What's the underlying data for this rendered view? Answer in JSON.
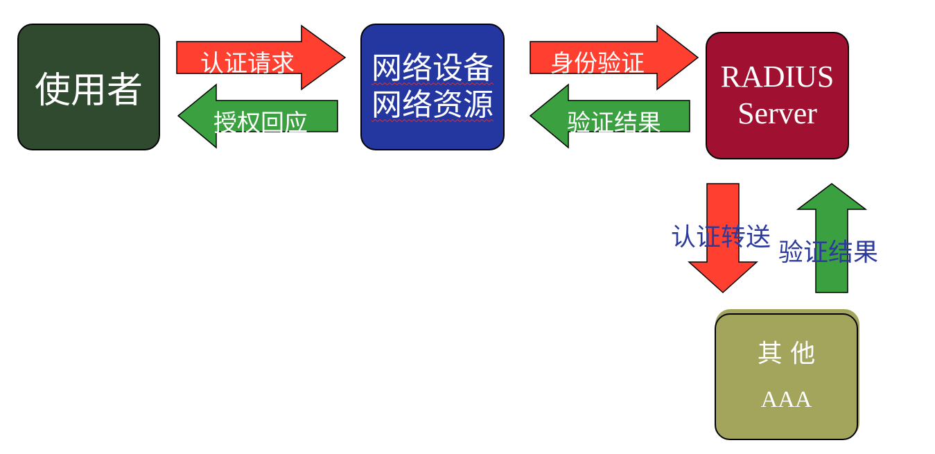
{
  "nodes": {
    "user": "使用者",
    "device_line1": "网络设备",
    "device_line2": "网络资源",
    "radius_line1": "RADIUS",
    "radius_line2": "Server",
    "other_line1": "其 他",
    "other_line2": "AAA"
  },
  "arrows": {
    "auth_request": "认证请求",
    "auth_reply": "授权回应",
    "identity_verify": "身份验证",
    "verify_result_left": "验证结果",
    "auth_forward": "认证转送",
    "verify_result_down": "验证结果"
  },
  "colors": {
    "request_arrow": "#ff4030",
    "response_arrow": "#3aa040",
    "user_box": "#2f4a2f",
    "device_box": "#2437a0",
    "radius_box": "#a01030",
    "aaa_box": "#a3a55c",
    "side_label_text": "#2c3a9c"
  }
}
